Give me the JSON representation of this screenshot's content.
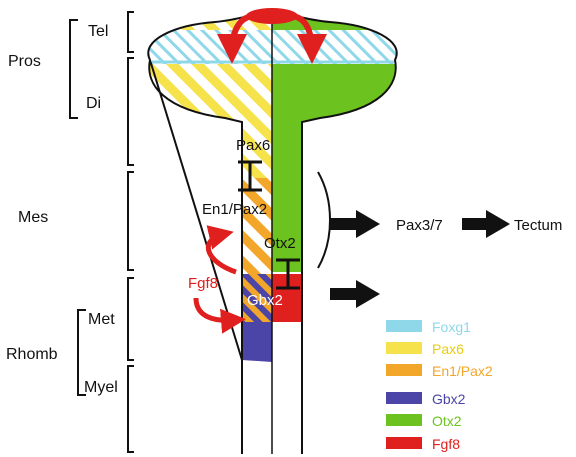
{
  "regions": {
    "pros": "Pros",
    "tel": "Tel",
    "di": "Di",
    "mes": "Mes",
    "rhomb": "Rhomb",
    "met": "Met",
    "myel": "Myel"
  },
  "genes_on_tube": {
    "pax6": "Pax6",
    "en1_pax2": "En1/Pax2",
    "otx2": "Otx2",
    "fgf8": "Fgf8",
    "gbx2": "Gbx2"
  },
  "outputs": {
    "pax37": "Pax3/7",
    "tectum": "Tectum"
  },
  "legend": [
    {
      "label": "Foxg1",
      "color": "#8fd8ea"
    },
    {
      "label": "Pax6",
      "color": "#f6e24a"
    },
    {
      "label": "En1/Pax2",
      "color": "#f2a62a"
    },
    {
      "label": "Gbx2",
      "color": "#4a45a6"
    },
    {
      "label": "Otx2",
      "color": "#6cc21f"
    },
    {
      "label": "Fgf8",
      "color": "#e0201e"
    }
  ],
  "colors": {
    "foxg1": "#8fd8ea",
    "pax6": "#f6e24a",
    "en1pax2": "#f2a62a",
    "gbx2": "#4a45a6",
    "otx2": "#6cc21f",
    "fgf8": "#e0201e",
    "arrow_red": "#e0201e"
  }
}
